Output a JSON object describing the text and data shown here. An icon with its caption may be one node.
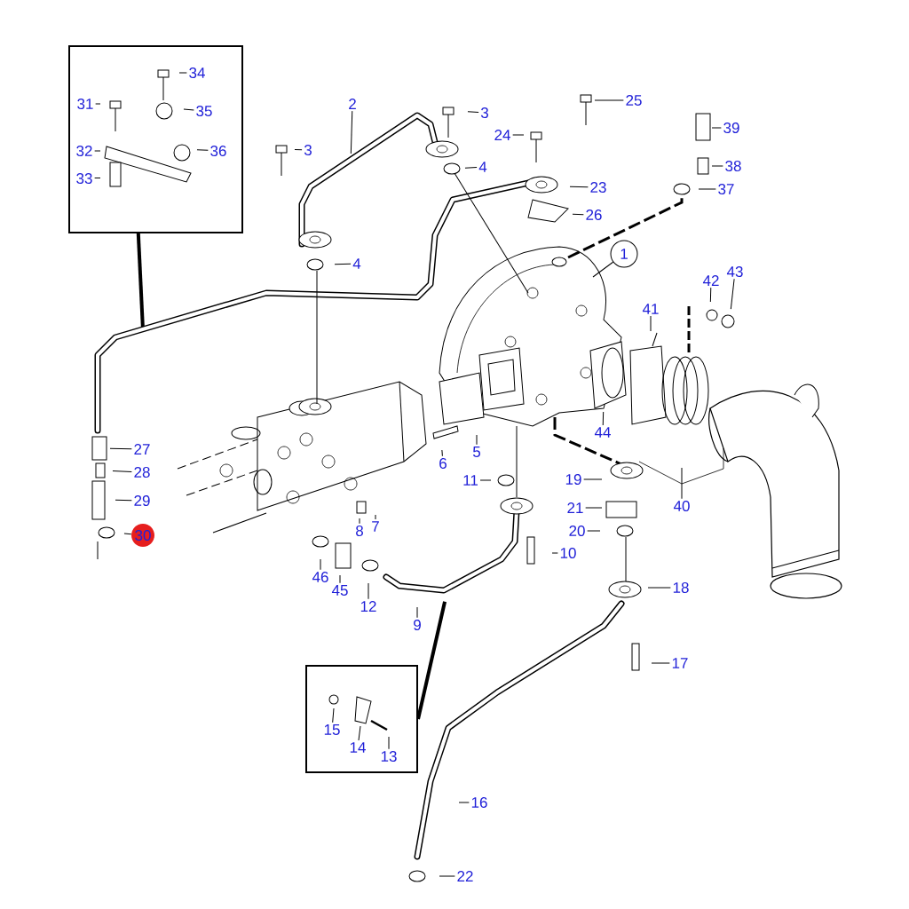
{
  "diagram": {
    "nodes": [
      {
        "text": [],
        "shape": "box"
      },
      {
        "text": [
          "34"
        ],
        "in": 0
      },
      {
        "text": [
          "31"
        ],
        "in": 0
      },
      {
        "text": [
          "35"
        ],
        "in": 0
      },
      {
        "text": [
          "32"
        ],
        "in": 0
      },
      {
        "text": [
          "36"
        ],
        "in": 0
      },
      {
        "text": [
          "33"
        ],
        "in": 0
      },
      {
        "text": [
          "2"
        ]
      },
      {
        "text": [
          "3"
        ]
      },
      {
        "text": [
          "25"
        ]
      },
      {
        "text": [
          "3"
        ]
      },
      {
        "text": [
          "24"
        ]
      },
      {
        "text": [
          "39"
        ]
      },
      {
        "text": [
          "4"
        ]
      },
      {
        "text": [
          "38"
        ]
      },
      {
        "text": [
          "23"
        ]
      },
      {
        "text": [
          "37"
        ]
      },
      {
        "text": [
          "26"
        ]
      },
      {
        "text": [
          "4"
        ]
      },
      {
        "text": [
          "1"
        ]
      },
      {
        "text": [
          "42"
        ]
      },
      {
        "text": [
          "43"
        ]
      },
      {
        "text": [
          "41"
        ]
      },
      {
        "text": [
          "27"
        ]
      },
      {
        "text": [
          "28"
        ]
      },
      {
        "text": [
          "6"
        ]
      },
      {
        "text": [
          "5"
        ]
      },
      {
        "text": [
          "44"
        ]
      },
      {
        "text": [
          "29"
        ]
      },
      {
        "text": [
          "11"
        ]
      },
      {
        "text": [
          "19"
        ]
      },
      {
        "text": [
          "21"
        ]
      },
      {
        "text": [
          "40"
        ]
      },
      {
        "text": [
          "8"
        ]
      },
      {
        "text": [
          "7"
        ]
      },
      {
        "text": [
          "30"
        ]
      },
      {
        "text": [
          "20"
        ]
      },
      {
        "text": [
          "10"
        ]
      },
      {
        "text": [
          "46"
        ]
      },
      {
        "text": [
          "45"
        ]
      },
      {
        "text": [
          "12"
        ]
      },
      {
        "text": [
          "9"
        ]
      },
      {
        "text": [
          "18"
        ]
      },
      {
        "text": [
          "17"
        ]
      },
      {
        "text": [],
        "shape": "box"
      },
      {
        "text": [
          "15"
        ],
        "in": 44
      },
      {
        "text": [
          "14"
        ],
        "in": 44
      },
      {
        "text": [
          "13"
        ],
        "in": 44
      },
      {
        "text": [
          "16"
        ]
      },
      {
        "text": [
          "22"
        ]
      }
    ],
    "edges": [
      {
        "from": 0,
        "to": null,
        "arrow": "none",
        "style": "thick"
      },
      {
        "from": 1,
        "to": null,
        "arrow": "none"
      },
      {
        "from": 2,
        "to": null,
        "arrow": "none"
      },
      {
        "from": 3,
        "to": null,
        "arrow": "none"
      },
      {
        "from": 4,
        "to": null,
        "arrow": "none"
      },
      {
        "from": 5,
        "to": null,
        "arrow": "none"
      },
      {
        "from": 6,
        "to": null,
        "arrow": "none"
      },
      {
        "from": 7,
        "to": null,
        "arrow": "none"
      },
      {
        "from": 8,
        "to": null,
        "arrow": "none"
      },
      {
        "from": 9,
        "to": null,
        "arrow": "none"
      },
      {
        "from": 10,
        "to": null,
        "arrow": "none"
      },
      {
        "from": 11,
        "to": null,
        "arrow": "none"
      },
      {
        "from": 12,
        "to": null,
        "arrow": "none"
      },
      {
        "from": 13,
        "to": null,
        "arrow": "none"
      },
      {
        "from": 14,
        "to": null,
        "arrow": "none"
      },
      {
        "from": 15,
        "to": null,
        "arrow": "none"
      },
      {
        "from": 16,
        "to": null,
        "arrow": "none"
      },
      {
        "from": 17,
        "to": null,
        "arrow": "none"
      },
      {
        "from": 18,
        "to": null,
        "arrow": "none"
      },
      {
        "from": 19,
        "to": null,
        "arrow": "none"
      },
      {
        "from": 20,
        "to": null,
        "arrow": "none"
      },
      {
        "from": 21,
        "to": null,
        "arrow": "none"
      },
      {
        "from": 22,
        "to": null,
        "arrow": "none"
      },
      {
        "from": 23,
        "to": null,
        "arrow": "none"
      },
      {
        "from": 24,
        "to": null,
        "arrow": "none"
      },
      {
        "from": 25,
        "to": null,
        "arrow": "none"
      },
      {
        "from": 26,
        "to": null,
        "arrow": "none"
      },
      {
        "from": 27,
        "to": null,
        "arrow": "none"
      },
      {
        "from": 28,
        "to": null,
        "arrow": "none"
      },
      {
        "from": 29,
        "to": null,
        "arrow": "none"
      },
      {
        "from": 30,
        "to": null,
        "arrow": "none"
      },
      {
        "from": 31,
        "to": null,
        "arrow": "none"
      },
      {
        "from": 32,
        "to": null,
        "arrow": "none"
      },
      {
        "from": 33,
        "to": null,
        "arrow": "none"
      },
      {
        "from": 34,
        "to": null,
        "arrow": "none"
      },
      {
        "from": 35,
        "to": null,
        "arrow": "none"
      },
      {
        "from": 36,
        "to": null,
        "arrow": "none"
      },
      {
        "from": 37,
        "to": null,
        "arrow": "none"
      },
      {
        "from": 38,
        "to": null,
        "arrow": "none"
      },
      {
        "from": 39,
        "to": null,
        "arrow": "none"
      },
      {
        "from": 40,
        "to": null,
        "arrow": "none"
      },
      {
        "from": 41,
        "to": null,
        "arrow": "none"
      },
      {
        "from": 42,
        "to": null,
        "arrow": "none"
      },
      {
        "from": 43,
        "to": null,
        "arrow": "none"
      },
      {
        "from": 44,
        "to": null,
        "arrow": "none",
        "style": "thick"
      },
      {
        "from": 45,
        "to": null,
        "arrow": "none"
      },
      {
        "from": 46,
        "to": null,
        "arrow": "none"
      },
      {
        "from": 47,
        "to": null,
        "arrow": "none"
      },
      {
        "from": 48,
        "to": null,
        "arrow": "none"
      },
      {
        "from": 49,
        "to": null,
        "arrow": "none"
      }
    ]
  }
}
